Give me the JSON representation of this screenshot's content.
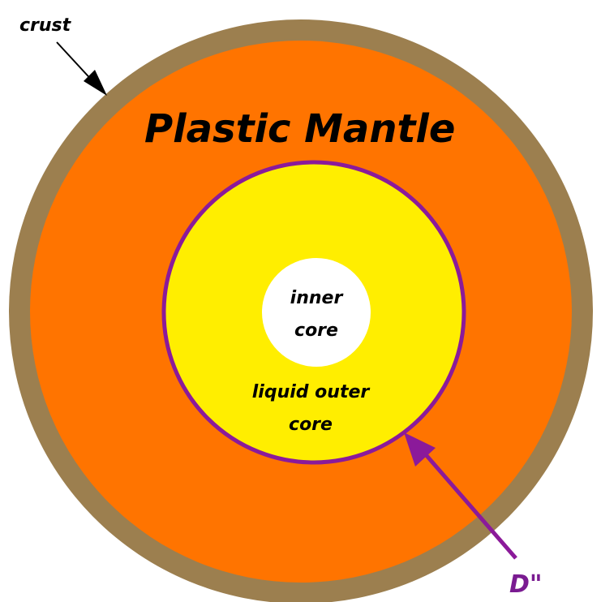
{
  "labels": {
    "crust": "crust",
    "mantle": "Plastic Mantle",
    "inner_core_line1": "inner",
    "inner_core_line2": "core",
    "outer_core_line1": "liquid outer",
    "outer_core_line2": "core",
    "d_double_prime": "D\""
  },
  "colors": {
    "crust": "#9c7f4f",
    "mantle": "#ff7400",
    "outer_core": "#ffee00",
    "inner_core": "#ffffff",
    "boundary": "#8b1a9a",
    "text": "#000000",
    "d_label": "#7a1b91"
  }
}
